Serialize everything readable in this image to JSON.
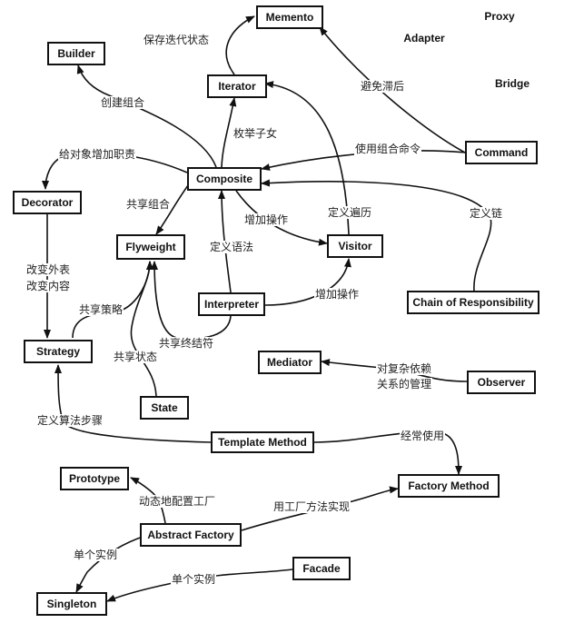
{
  "nodes": {
    "memento": "Memento",
    "proxy": "Proxy",
    "builder": "Builder",
    "adapter": "Adapter",
    "iterator": "Iterator",
    "bridge": "Bridge",
    "command": "Command",
    "composite": "Composite",
    "decorator": "Decorator",
    "flyweight": "Flyweight",
    "visitor": "Visitor",
    "interpreter": "Interpreter",
    "chain": "Chain of Responsibility",
    "strategy": "Strategy",
    "mediator": "Mediator",
    "observer": "Observer",
    "state": "State",
    "template_method": "Template Method",
    "prototype": "Prototype",
    "factory_method": "Factory Method",
    "abstract_factory": "Abstract Factory",
    "facade": "Facade",
    "singleton": "Singleton"
  },
  "labels": {
    "save_iteration_state": "保存迭代状态",
    "avoid_lag": "避免滞后",
    "create_composite": "创建组合",
    "enumerate_children": "枚举子女",
    "add_responsibility": "给对象增加职责",
    "use_composite_command": "使用组合命令",
    "share_composite": "共享组合",
    "add_operation_1": "增加操作",
    "define_traversal": "定义遍历",
    "define_chain": "定义链",
    "define_grammar": "定义语法",
    "change_appearance": "改变外表",
    "change_content": "改变内容",
    "share_strategy": "共享策略",
    "add_operation_2": "增加操作",
    "share_terminal": "共享终结符",
    "share_state": "共享状态",
    "complex_dependency_1": "对复杂依赖",
    "complex_dependency_2": "关系的管理",
    "define_algorithm_steps": "定义算法步骤",
    "often_used": "经常使用",
    "dynamic_configure_factory": "动态地配置工厂",
    "implement_with_factory_method": "用工厂方法实现",
    "single_instance_1": "单个实例",
    "single_instance_2": "单个实例"
  }
}
